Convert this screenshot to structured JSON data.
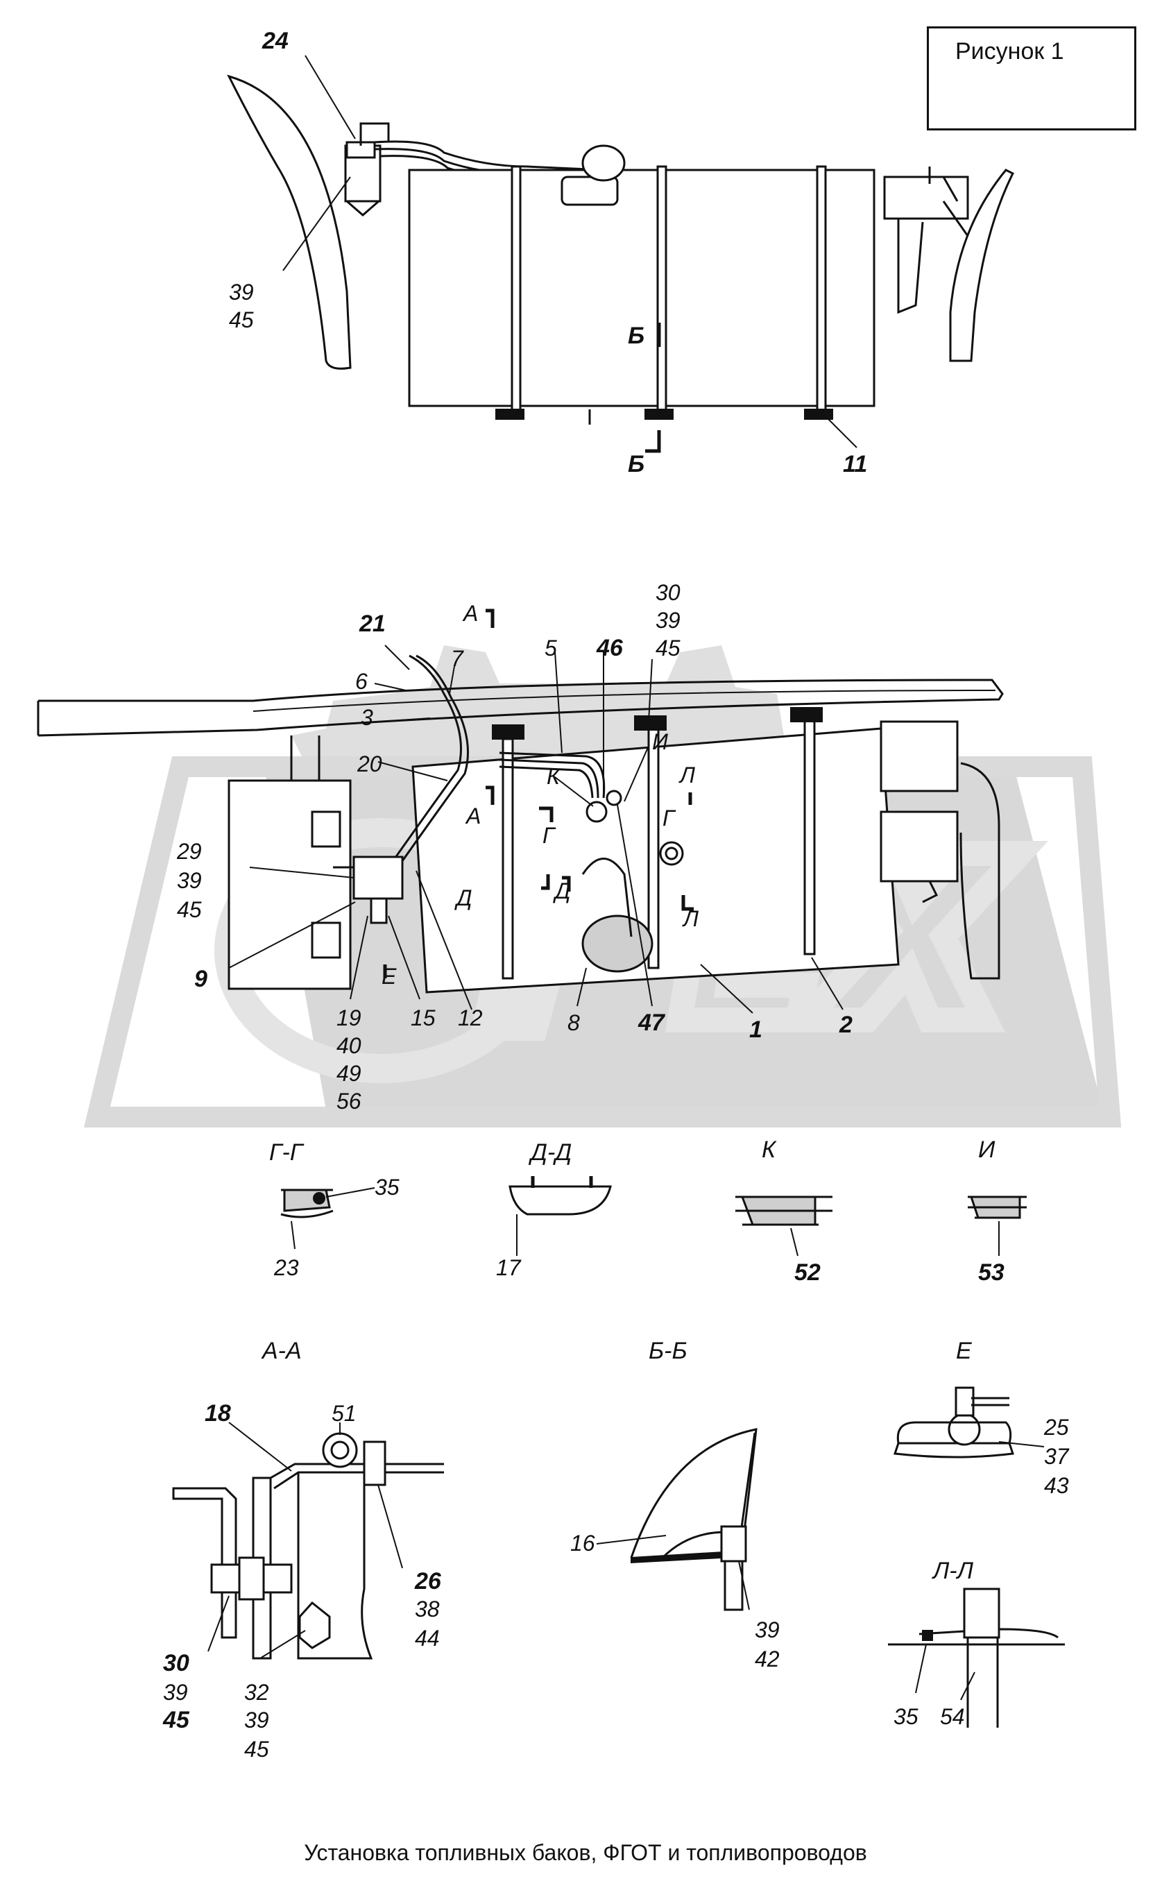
{
  "figure_label": "Рисунок 1",
  "caption": "Установка топливных баков, ФГОТ и топливопроводов",
  "watermark_text": "OPEX",
  "callouts": {
    "top_view": [
      "24",
      "39",
      "45",
      "Б",
      "Б",
      "11"
    ],
    "main_view": [
      "21",
      "6",
      "3",
      "7",
      "А",
      "5",
      "46",
      "30",
      "39",
      "45",
      "И",
      "К",
      "Л",
      "20",
      "А",
      "Г",
      "Г",
      "29",
      "39",
      "45",
      "Д",
      "Д",
      "Л",
      "9",
      "Е",
      "19",
      "40",
      "49",
      "56",
      "15",
      "12",
      "8",
      "47",
      "1",
      "2"
    ],
    "section_gg": [
      "35",
      "23"
    ],
    "section_dd": [
      "17"
    ],
    "detail_k": [
      "52"
    ],
    "detail_i": [
      "53"
    ],
    "section_aa": [
      "18",
      "51",
      "26",
      "38",
      "44",
      "30",
      "39",
      "45",
      "32",
      "39",
      "45"
    ],
    "section_bb": [
      "16",
      "39",
      "42"
    ],
    "detail_e": [
      "25",
      "37",
      "43"
    ],
    "section_ll": [
      "35",
      "54"
    ]
  },
  "section_titles": {
    "gg": "Г-Г",
    "dd": "Д-Д",
    "k": "К",
    "i": "И",
    "aa": "А-А",
    "bb": "Б-Б",
    "e": "Е",
    "ll": "Л-Л"
  }
}
